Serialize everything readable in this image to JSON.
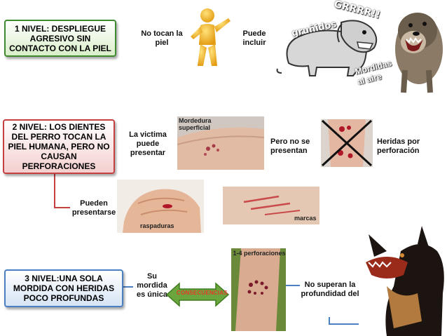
{
  "level1": {
    "title": "1 NIVEL: DESPLIEGUE AGRESIVO SIN CONTACTO CON LA PIEL",
    "no_tocan": "No tocan la piel",
    "puede_incluir": "Puede incluir",
    "grunidos": "gruñidos",
    "grrrr": "GRRRR!!",
    "mordidas_aire": "Mordidas al aire"
  },
  "level2": {
    "title": "2 NIVEL: LOS DIENTES DEL PERRO TOCAN LA PIEL HUMANA, PERO NO CAUSAN PERFORACIONES",
    "victima": "La victima puede presentar",
    "mordedura": "Mordedura superficial",
    "pero_no": "Pero no se presentan",
    "heridas": "Heridas por perforación",
    "pueden": "Pueden presentarse",
    "raspaduras": "raspaduras",
    "marcas": "marcas"
  },
  "level3": {
    "title": "3 NIVEL:UNA SOLA MORDIDA CON HERIDAS POCO PROFUNDAS",
    "su_mordida": "Su mordida es única",
    "consecuencias": "CONSECUENCIAS",
    "perforaciones": "1-4 perforaciones",
    "no_superan": "No superan la profundidad del"
  },
  "colors": {
    "green": "#3f8a2e",
    "red": "#c64040",
    "blue": "#4a7fc1",
    "skin": "#e8b497",
    "wound": "#b0182a"
  },
  "icons": [
    "figure-icon",
    "cartoon-dog-icon",
    "barking-dog-photo",
    "bitten-arm-photo",
    "cross-mark-icon",
    "hand-scratch-photo",
    "arm-scratches-photo",
    "bite-marks-photo",
    "aggressive-dog-photo",
    "double-arrow-icon"
  ]
}
